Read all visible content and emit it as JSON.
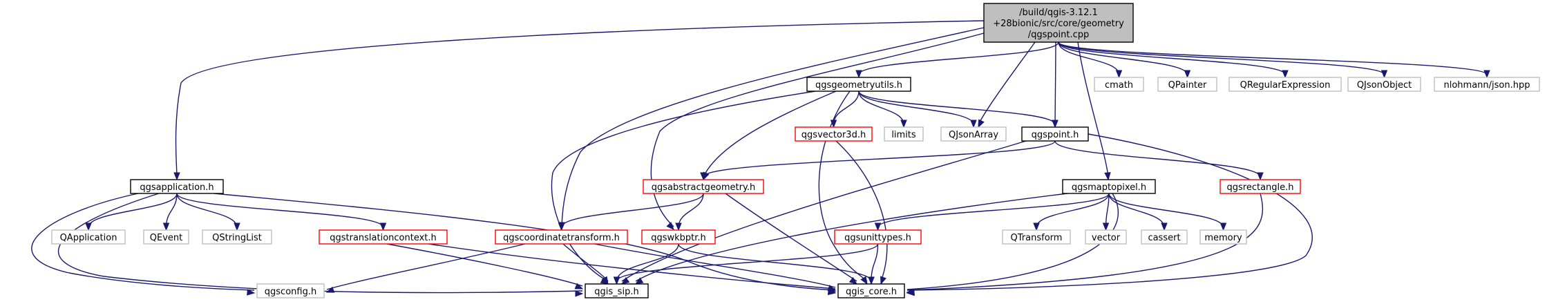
{
  "colors": {
    "edge": "#191970",
    "root_fill": "#bfbfbf",
    "root_stroke": "#000000",
    "documented_stroke": "#000000",
    "undocumented_stroke": "#bfbfbf",
    "error_stroke": "#ff0000",
    "background": "#ffffff"
  },
  "nodes": [
    {
      "id": "root",
      "lines": [
        "/build/qgis-3.12.1",
        "+28bionic/src/core/geometry",
        "/qgspoint.cpp"
      ],
      "style": "root"
    },
    {
      "id": "qgsapplication",
      "lines": [
        "qgsapplication.h"
      ],
      "style": "documented"
    },
    {
      "id": "qgsgeometryutils",
      "lines": [
        "qgsgeometryutils.h"
      ],
      "style": "documented"
    },
    {
      "id": "qgspoint",
      "lines": [
        "qgspoint.h"
      ],
      "style": "documented"
    },
    {
      "id": "qgsmaptopixel",
      "lines": [
        "qgsmaptopixel.h"
      ],
      "style": "documented"
    },
    {
      "id": "qgis_sip",
      "lines": [
        "qgis_sip.h"
      ],
      "style": "documented"
    },
    {
      "id": "qgis_core",
      "lines": [
        "qgis_core.h"
      ],
      "style": "documented"
    },
    {
      "id": "cmath",
      "lines": [
        "cmath"
      ],
      "style": "undocumented"
    },
    {
      "id": "QPainter",
      "lines": [
        "QPainter"
      ],
      "style": "undocumented"
    },
    {
      "id": "QRegularExpression",
      "lines": [
        "QRegularExpression"
      ],
      "style": "undocumented"
    },
    {
      "id": "QJsonObject",
      "lines": [
        "QJsonObject"
      ],
      "style": "undocumented"
    },
    {
      "id": "nlohmann",
      "lines": [
        "nlohmann/json.hpp"
      ],
      "style": "undocumented"
    },
    {
      "id": "limits",
      "lines": [
        "limits"
      ],
      "style": "undocumented"
    },
    {
      "id": "QJsonArray",
      "lines": [
        "QJsonArray"
      ],
      "style": "undocumented"
    },
    {
      "id": "QApplication",
      "lines": [
        "QApplication"
      ],
      "style": "undocumented"
    },
    {
      "id": "QEvent",
      "lines": [
        "QEvent"
      ],
      "style": "undocumented"
    },
    {
      "id": "QStringList",
      "lines": [
        "QStringList"
      ],
      "style": "undocumented"
    },
    {
      "id": "QTransform",
      "lines": [
        "QTransform"
      ],
      "style": "undocumented"
    },
    {
      "id": "vector",
      "lines": [
        "vector"
      ],
      "style": "undocumented"
    },
    {
      "id": "cassert",
      "lines": [
        "cassert"
      ],
      "style": "undocumented"
    },
    {
      "id": "memory",
      "lines": [
        "memory"
      ],
      "style": "undocumented"
    },
    {
      "id": "qgsconfig",
      "lines": [
        "qgsconfig.h"
      ],
      "style": "undocumented"
    },
    {
      "id": "qgsvector3d",
      "lines": [
        "qgsvector3d.h"
      ],
      "style": "error"
    },
    {
      "id": "qgsabstractgeometry",
      "lines": [
        "qgsabstractgeometry.h"
      ],
      "style": "error"
    },
    {
      "id": "qgsrectangle",
      "lines": [
        "qgsrectangle.h"
      ],
      "style": "error"
    },
    {
      "id": "qgstranslationcontext",
      "lines": [
        "qgstranslationcontext.h"
      ],
      "style": "error"
    },
    {
      "id": "qgscoordinatetransform",
      "lines": [
        "qgscoordinatetransform.h"
      ],
      "style": "error"
    },
    {
      "id": "qgswkbptr",
      "lines": [
        "qgswkbptr.h"
      ],
      "style": "error"
    },
    {
      "id": "qgsunittypes",
      "lines": [
        "qgsunittypes.h"
      ],
      "style": "error"
    }
  ],
  "edges": [
    {
      "from": "root",
      "to": "qgsapplication"
    },
    {
      "from": "root",
      "to": "qgsgeometryutils"
    },
    {
      "from": "root",
      "to": "qgspoint"
    },
    {
      "from": "root",
      "to": "qgsmaptopixel"
    },
    {
      "from": "root",
      "to": "cmath"
    },
    {
      "from": "root",
      "to": "QPainter"
    },
    {
      "from": "root",
      "to": "QRegularExpression"
    },
    {
      "from": "root",
      "to": "QJsonObject"
    },
    {
      "from": "root",
      "to": "nlohmann"
    },
    {
      "from": "root",
      "to": "QJsonArray"
    },
    {
      "from": "root",
      "to": "qgscoordinatetransform"
    },
    {
      "from": "root",
      "to": "qgswkbptr"
    },
    {
      "from": "qgsapplication",
      "to": "QApplication"
    },
    {
      "from": "qgsapplication",
      "to": "QEvent"
    },
    {
      "from": "qgsapplication",
      "to": "QStringList"
    },
    {
      "from": "qgsapplication",
      "to": "qgstranslationcontext"
    },
    {
      "from": "qgsapplication",
      "to": "qgis_sip"
    },
    {
      "from": "qgsapplication",
      "to": "qgis_core"
    },
    {
      "from": "qgsapplication",
      "to": "qgsconfig"
    },
    {
      "from": "qgsgeometryutils",
      "to": "qgspoint"
    },
    {
      "from": "qgsgeometryutils",
      "to": "qgsvector3d"
    },
    {
      "from": "qgsgeometryutils",
      "to": "limits"
    },
    {
      "from": "qgsgeometryutils",
      "to": "QJsonArray"
    },
    {
      "from": "qgsgeometryutils",
      "to": "qgsabstractgeometry"
    },
    {
      "from": "qgsgeometryutils",
      "to": "qgis_sip"
    },
    {
      "from": "qgsgeometryutils",
      "to": "qgis_core"
    },
    {
      "from": "qgspoint",
      "to": "qgsabstractgeometry"
    },
    {
      "from": "qgspoint",
      "to": "qgsrectangle"
    },
    {
      "from": "qgspoint",
      "to": "qgis_sip"
    },
    {
      "from": "qgspoint",
      "to": "qgis_core"
    },
    {
      "from": "qgsvector3d",
      "to": "qgis_core"
    },
    {
      "from": "qgsabstractgeometry",
      "to": "qgscoordinatetransform"
    },
    {
      "from": "qgsabstractgeometry",
      "to": "qgswkbptr"
    },
    {
      "from": "qgsabstractgeometry",
      "to": "qgis_core"
    },
    {
      "from": "qgsrectangle",
      "to": "qgis_core"
    },
    {
      "from": "qgsmaptopixel",
      "to": "qgsunittypes"
    },
    {
      "from": "qgsmaptopixel",
      "to": "QTransform"
    },
    {
      "from": "qgsmaptopixel",
      "to": "vector"
    },
    {
      "from": "qgsmaptopixel",
      "to": "cassert"
    },
    {
      "from": "qgsmaptopixel",
      "to": "memory"
    },
    {
      "from": "qgsmaptopixel",
      "to": "qgis_sip"
    },
    {
      "from": "qgsmaptopixel",
      "to": "qgis_core"
    },
    {
      "from": "qgstranslationcontext",
      "to": "qgis_sip"
    },
    {
      "from": "qgstranslationcontext",
      "to": "qgis_core"
    },
    {
      "from": "qgscoordinatetransform",
      "to": "qgis_sip"
    },
    {
      "from": "qgscoordinatetransform",
      "to": "qgis_core"
    },
    {
      "from": "qgscoordinatetransform",
      "to": "qgsconfig"
    },
    {
      "from": "qgswkbptr",
      "to": "qgis_sip"
    },
    {
      "from": "qgswkbptr",
      "to": "qgis_core"
    },
    {
      "from": "qgsunittypes",
      "to": "qgis_sip"
    },
    {
      "from": "qgsunittypes",
      "to": "qgis_core"
    }
  ]
}
